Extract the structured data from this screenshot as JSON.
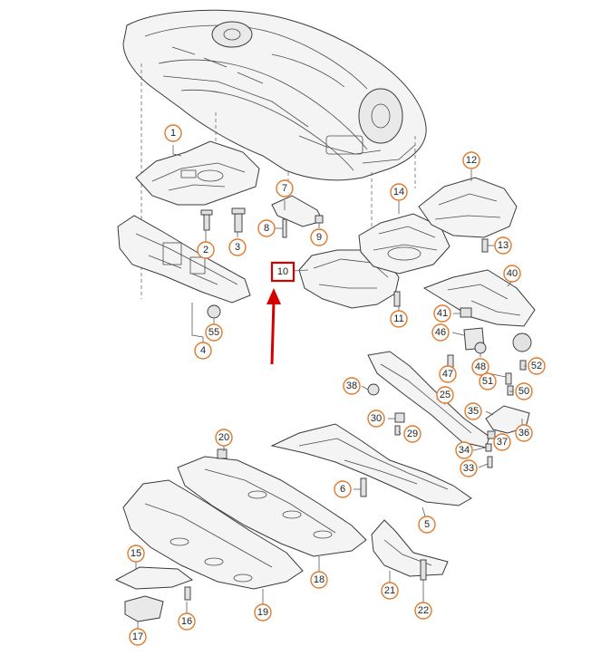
{
  "diagram": {
    "highlight": {
      "label": "10",
      "color": "#d40000"
    },
    "callout_color": "#e07a2c",
    "callouts": [
      {
        "id": "c1",
        "label": "1"
      },
      {
        "id": "c2",
        "label": "2"
      },
      {
        "id": "c3",
        "label": "3"
      },
      {
        "id": "c4",
        "label": "4"
      },
      {
        "id": "c5",
        "label": "5"
      },
      {
        "id": "c6",
        "label": "6"
      },
      {
        "id": "c7",
        "label": "7"
      },
      {
        "id": "c8",
        "label": "8"
      },
      {
        "id": "c9",
        "label": "9"
      },
      {
        "id": "c11",
        "label": "11"
      },
      {
        "id": "c12",
        "label": "12"
      },
      {
        "id": "c13",
        "label": "13"
      },
      {
        "id": "c14",
        "label": "14"
      },
      {
        "id": "c15",
        "label": "15"
      },
      {
        "id": "c16",
        "label": "16"
      },
      {
        "id": "c17",
        "label": "17"
      },
      {
        "id": "c18",
        "label": "18"
      },
      {
        "id": "c19",
        "label": "19"
      },
      {
        "id": "c20",
        "label": "20"
      },
      {
        "id": "c21",
        "label": "21"
      },
      {
        "id": "c22",
        "label": "22"
      },
      {
        "id": "c25",
        "label": "25"
      },
      {
        "id": "c29",
        "label": "29"
      },
      {
        "id": "c30",
        "label": "30"
      },
      {
        "id": "c33",
        "label": "33"
      },
      {
        "id": "c34",
        "label": "34"
      },
      {
        "id": "c35",
        "label": "35"
      },
      {
        "id": "c36",
        "label": "36"
      },
      {
        "id": "c37",
        "label": "37"
      },
      {
        "id": "c38",
        "label": "38"
      },
      {
        "id": "c40",
        "label": "40"
      },
      {
        "id": "c41",
        "label": "41"
      },
      {
        "id": "c46",
        "label": "46"
      },
      {
        "id": "c47",
        "label": "47"
      },
      {
        "id": "c48",
        "label": "48"
      },
      {
        "id": "c50",
        "label": "50"
      },
      {
        "id": "c51",
        "label": "51"
      },
      {
        "id": "c52",
        "label": "52"
      },
      {
        "id": "c55",
        "label": "55"
      }
    ]
  }
}
